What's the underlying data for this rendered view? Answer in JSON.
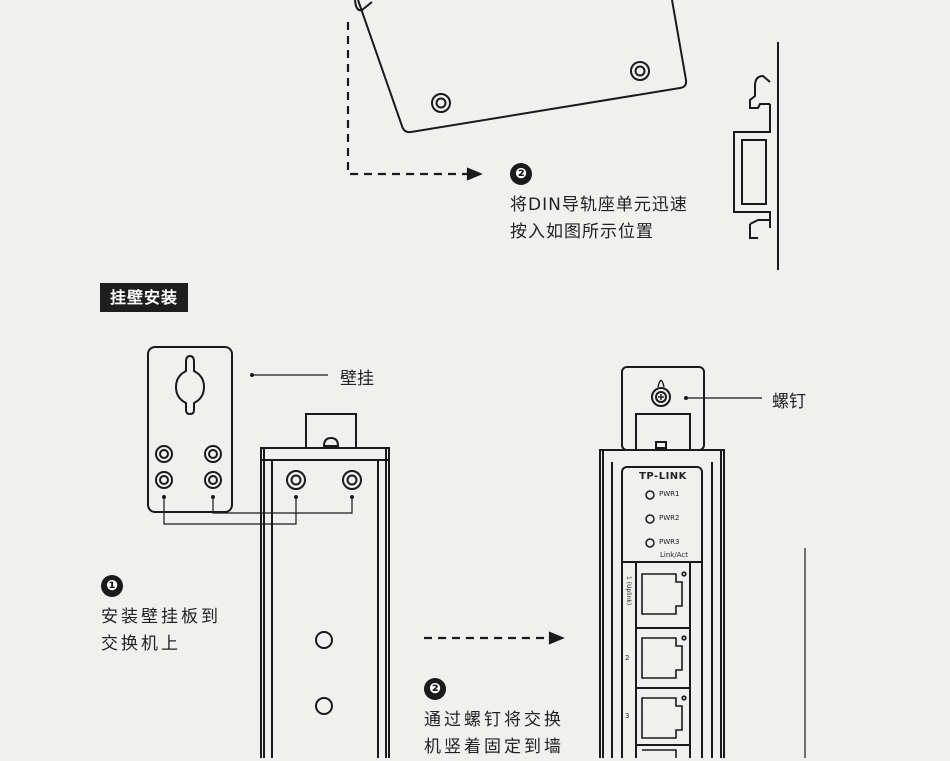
{
  "din_step": {
    "badge": "❷",
    "line1": "将DIN导轨座单元迅速",
    "line2": "按入如图所示位置"
  },
  "section_title": "挂壁安装",
  "wall_mount": {
    "plate_label": "壁挂",
    "screw_label": "螺钉",
    "step1": {
      "badge": "❶",
      "line1": "安装壁挂板到",
      "line2": "交换机上"
    },
    "step2": {
      "badge": "❷",
      "line1": "通过螺钉将交换",
      "line2": "机竖着固定到墙"
    }
  },
  "device": {
    "brand": "TP-LINK",
    "leds": [
      "PWR1",
      "PWR2",
      "PWR3"
    ],
    "port_header": "Link/Act",
    "ports": [
      "1 (Uplink)",
      "2",
      "3"
    ]
  }
}
